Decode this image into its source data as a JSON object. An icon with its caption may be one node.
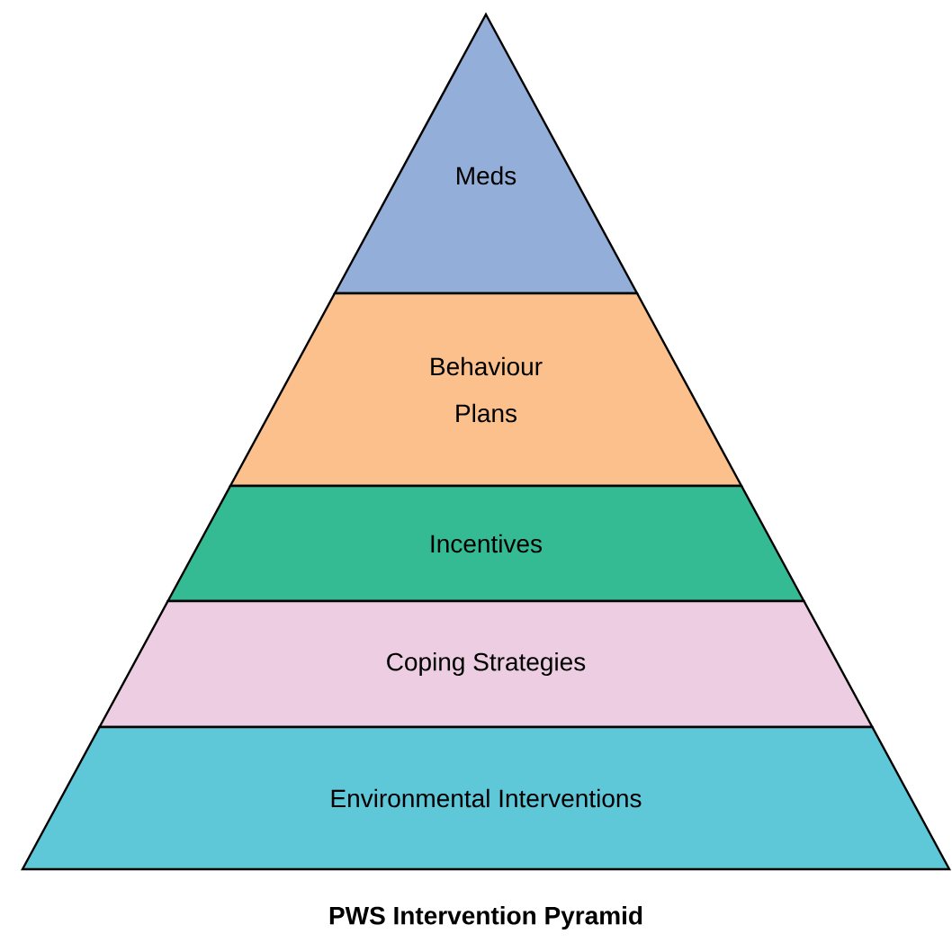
{
  "diagram": {
    "title": "PWS Intervention Pyramid",
    "nodes": [
      {
        "text": [
          "Meds"
        ]
      },
      {
        "text": [
          "Behaviour Plans"
        ]
      },
      {
        "text": [
          "Incentives"
        ]
      },
      {
        "text": [
          "Coping Strategies"
        ]
      },
      {
        "text": [
          "Environmental Interventions"
        ]
      }
    ]
  }
}
